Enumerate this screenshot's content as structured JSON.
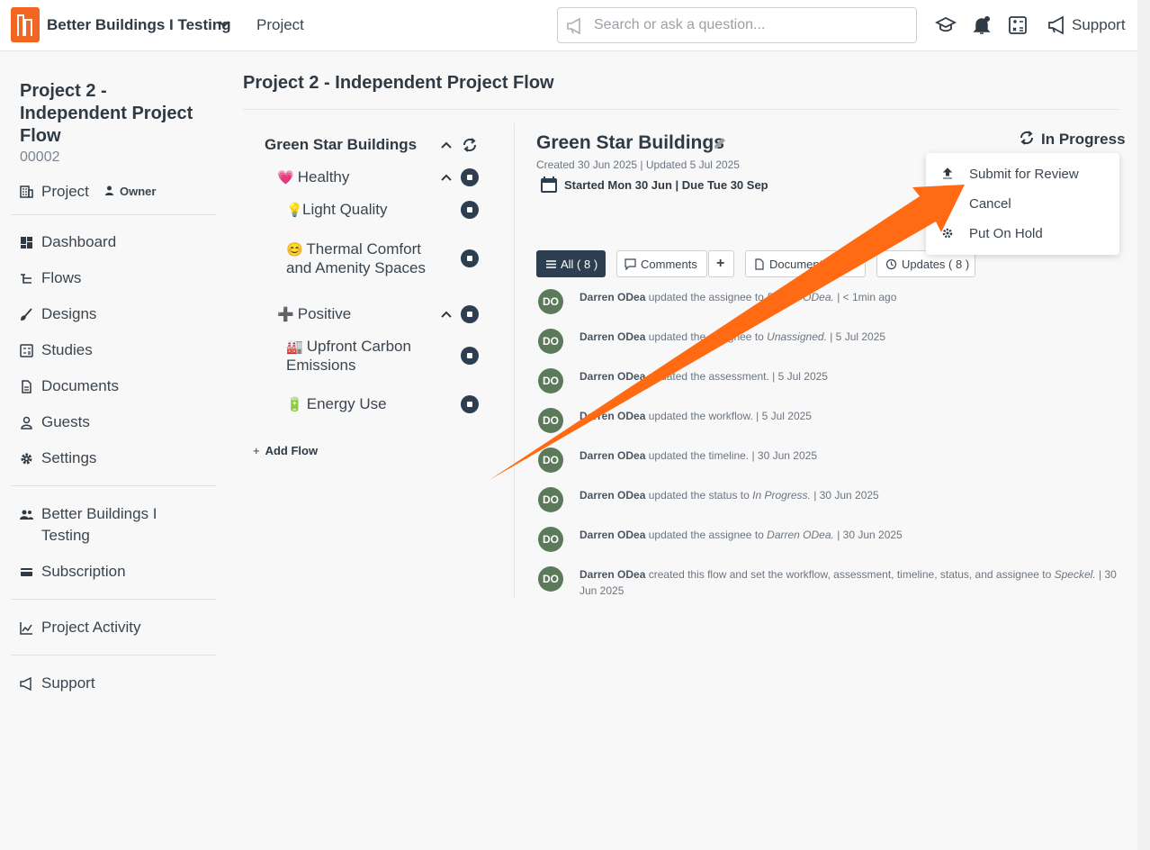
{
  "topbar": {
    "org_name": "Better Buildings I Testing",
    "project_link": "Project",
    "search_placeholder": "Search or ask a question...",
    "support_label": "Support"
  },
  "sidebar": {
    "project_title": "Project 2 - Independent Project Flow",
    "project_number": "00002",
    "project_label": "Project",
    "owner_label": "Owner",
    "items": [
      {
        "label": "Dashboard"
      },
      {
        "label": "Flows"
      },
      {
        "label": "Designs"
      },
      {
        "label": "Studies"
      },
      {
        "label": "Documents"
      },
      {
        "label": "Guests"
      },
      {
        "label": "Settings"
      }
    ],
    "org_item": "Better Buildings I Testing",
    "subscription": "Subscription",
    "project_activity": "Project Activity",
    "support": "Support"
  },
  "main": {
    "page_title": "Project 2 - Independent Project Flow",
    "tree": {
      "root": "Green Star Buildings",
      "groups": [
        {
          "label": "Healthy",
          "emoji": "💗",
          "children": [
            {
              "label": "Light Quality",
              "emoji": "💡"
            },
            {
              "label": "Thermal Comfort and Amenity Spaces",
              "emoji": "😊"
            }
          ]
        },
        {
          "label": "Positive",
          "emoji": "➕",
          "children": [
            {
              "label": "Upfront Carbon Emissions",
              "emoji": "🏭"
            },
            {
              "label": "Energy Use",
              "emoji": "🔋"
            }
          ]
        }
      ],
      "add_flow": "Add Flow"
    },
    "flow": {
      "title": "Green Star Buildings",
      "meta": "Created 30 Jun 2025 | Updated 5 Jul 2025",
      "dates": "Started Mon 30 Jun | Due Tue 30 Sep",
      "status": "In Progress"
    },
    "status_menu": [
      {
        "label": "Submit for Review",
        "icon": "upload-icon"
      },
      {
        "label": "Cancel",
        "icon": "cancel-icon"
      },
      {
        "label": "Put On Hold",
        "icon": "hold-icon"
      }
    ],
    "tabs": {
      "all": "All ( 8 )",
      "comments": "Comments",
      "documents": "Documents",
      "updates": "Updates ( 8 )"
    },
    "activity": [
      {
        "initials": "DO",
        "user": "Darren ODea",
        "text": "updated the assignee to",
        "em": "Darren ODea.",
        "when": "| < 1min ago"
      },
      {
        "initials": "DO",
        "user": "Darren ODea",
        "text": "updated the assignee to",
        "em": "Unassigned.",
        "when": "| 5 Jul 2025"
      },
      {
        "initials": "DO",
        "user": "Darren ODea",
        "text": "updated the assessment.",
        "em": "",
        "when": "| 5 Jul 2025"
      },
      {
        "initials": "DO",
        "user": "Darren ODea",
        "text": "updated the workflow.",
        "em": "",
        "when": "| 5 Jul 2025"
      },
      {
        "initials": "DO",
        "user": "Darren ODea",
        "text": "updated the timeline.",
        "em": "",
        "when": "| 30 Jun 2025"
      },
      {
        "initials": "DO",
        "user": "Darren ODea",
        "text": "updated the status to",
        "em": "In Progress.",
        "when": "| 30 Jun 2025"
      },
      {
        "initials": "DO",
        "user": "Darren ODea",
        "text": "updated the assignee to",
        "em": "Darren ODea.",
        "when": "| 30 Jun 2025"
      },
      {
        "initials": "DO",
        "user": "Darren ODea",
        "text": "created this flow and set the workflow, assessment, timeline, status, and assignee to",
        "em": "Speckel.",
        "when": "| 30 Jun 2025"
      }
    ]
  },
  "colors": {
    "accent": "#f26522",
    "dark": "#2d3e50",
    "avatar": "#5a7a5a",
    "arrow": "#ff6a13"
  }
}
